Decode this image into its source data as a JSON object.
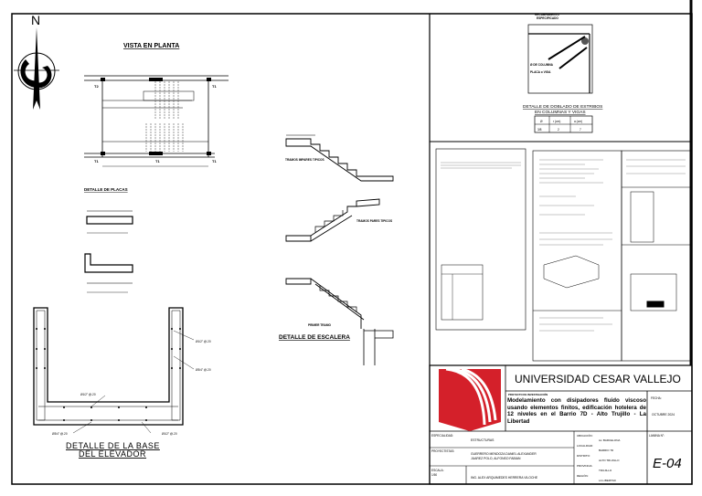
{
  "drawing": {
    "north": "N",
    "plan_view": {
      "title": "VISTA EN PLANTA",
      "column_tag": "T1",
      "column_tag_2": "T2"
    },
    "slab_detail": {
      "title": "DETALLE DE PLACAS"
    },
    "stairs": {
      "odd_flights": "TRAMOS IMPARES TIPICOS",
      "even_flights": "TRAMOS PARES TIPICOS",
      "first_flight": "PRIMER TRAMO",
      "title": "DETALLE DE ESCALERA"
    },
    "elevator_base": {
      "title_line1": "DETALLE DE LA BASE",
      "title_line2": "DEL ELEVADOR",
      "rebar_1": "Ø1/2\" @.20",
      "rebar_2": "Ø3/4\" @.20",
      "rebar_3": "Ø1/2\" @.20",
      "rebar_4": "Ø3/4\" @.20",
      "rebar_5": "Ø1/2\" @.20"
    },
    "stirrup_detail": {
      "cover_line1": "RECUBRIMIENTO",
      "cover_line2": "ESPECIFICADO",
      "column_label": "Ø DE COLUMNA",
      "slab_label": "PLACA o VIGA",
      "title_line1": "DETALLE DE DOBLADO DE ESTRIBOS",
      "title_line2": "EN COLUMNAS Y VIGAS",
      "table": {
        "headers": [
          "Ø",
          "r (cm)",
          "a (cm)"
        ],
        "rows": [
          [
            "3/8",
            "2",
            "7"
          ]
        ]
      }
    }
  },
  "title_block": {
    "university": "UNIVERSIDAD CESAR VALLEJO",
    "project_label": "PROYECTO DE INVESTIGACIÓN",
    "project_title": "Modelamiento con disipadores fluido viscoso usando elementos finitos, edificación hotelera de 12 niveles en el Barrio 7D - Alto Trujillo - La Libertad",
    "date_label": "FECHA:",
    "date": "OCTUBRE 2024",
    "specialty_label": "ESPECIALIDAD:",
    "specialty": "ESTRUCTURAS",
    "designers_label": "PROYECTISTAS:",
    "designer_1": "GUERRERO MENDOZA DANIEL ALEXANDER",
    "designer_2": "JUAREZ POLO, ALFONSO FABIAN",
    "scale_label": "ESCALA:",
    "scale": "1/50",
    "advisor": "ING. ALEX ARQUIMEDES HERRERA VILOCHE",
    "location_label": "UBICACIÓN:",
    "location": "Av. BARCELONA",
    "locality_label": "LOCALIDAD:",
    "locality": "BARRIO 7D",
    "district_label": "DISTRITO:",
    "district": "ALTO TRUJILLO",
    "province_label": "PROVINCIA:",
    "province": "TRUJILLO",
    "region_label": "REGIÓN:",
    "region": "LA LIBERTAD",
    "sheet_label": "LAMINA N°:",
    "sheet": "E-04"
  },
  "colors": {
    "logo_red": "#d4202a",
    "slab_title_green": "#1aa04a"
  }
}
